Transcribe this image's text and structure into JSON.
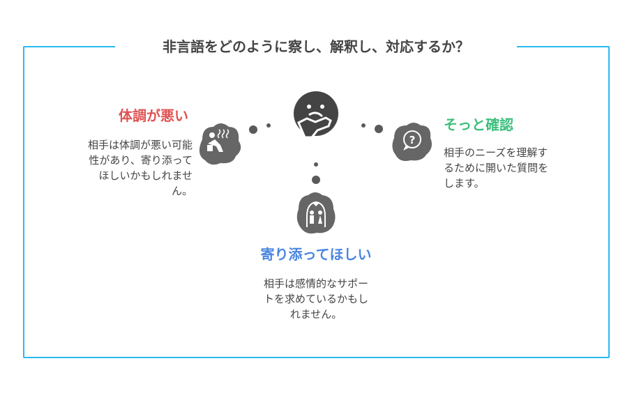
{
  "title": "非言語をどのように察し、解釈し、対応するか？",
  "colors": {
    "frame": "#29b9f0",
    "left": "#e05252",
    "right": "#3cbf7c",
    "bottom": "#4a86e0",
    "icon": "#555555"
  },
  "nodes": {
    "left": {
      "heading": "体調が悪い",
      "lines": [
        "相手は体調が悪い可能",
        "性があり、寄り添って",
        "ほしいかもしれませ",
        "ん。"
      ],
      "icon": "sick-person-icon"
    },
    "right": {
      "heading": "そっと確認",
      "lines": [
        "相手のニーズを理解す",
        "るために開いた質問を",
        "します。"
      ],
      "icon": "question-bubble-icon"
    },
    "bottom": {
      "heading": "寄り添ってほしい",
      "lines": [
        "相手は感情的なサポー",
        "トを求めているかもし",
        "れません。"
      ],
      "icon": "couple-heart-icon"
    },
    "center": {
      "icon": "thinking-face-icon"
    }
  }
}
